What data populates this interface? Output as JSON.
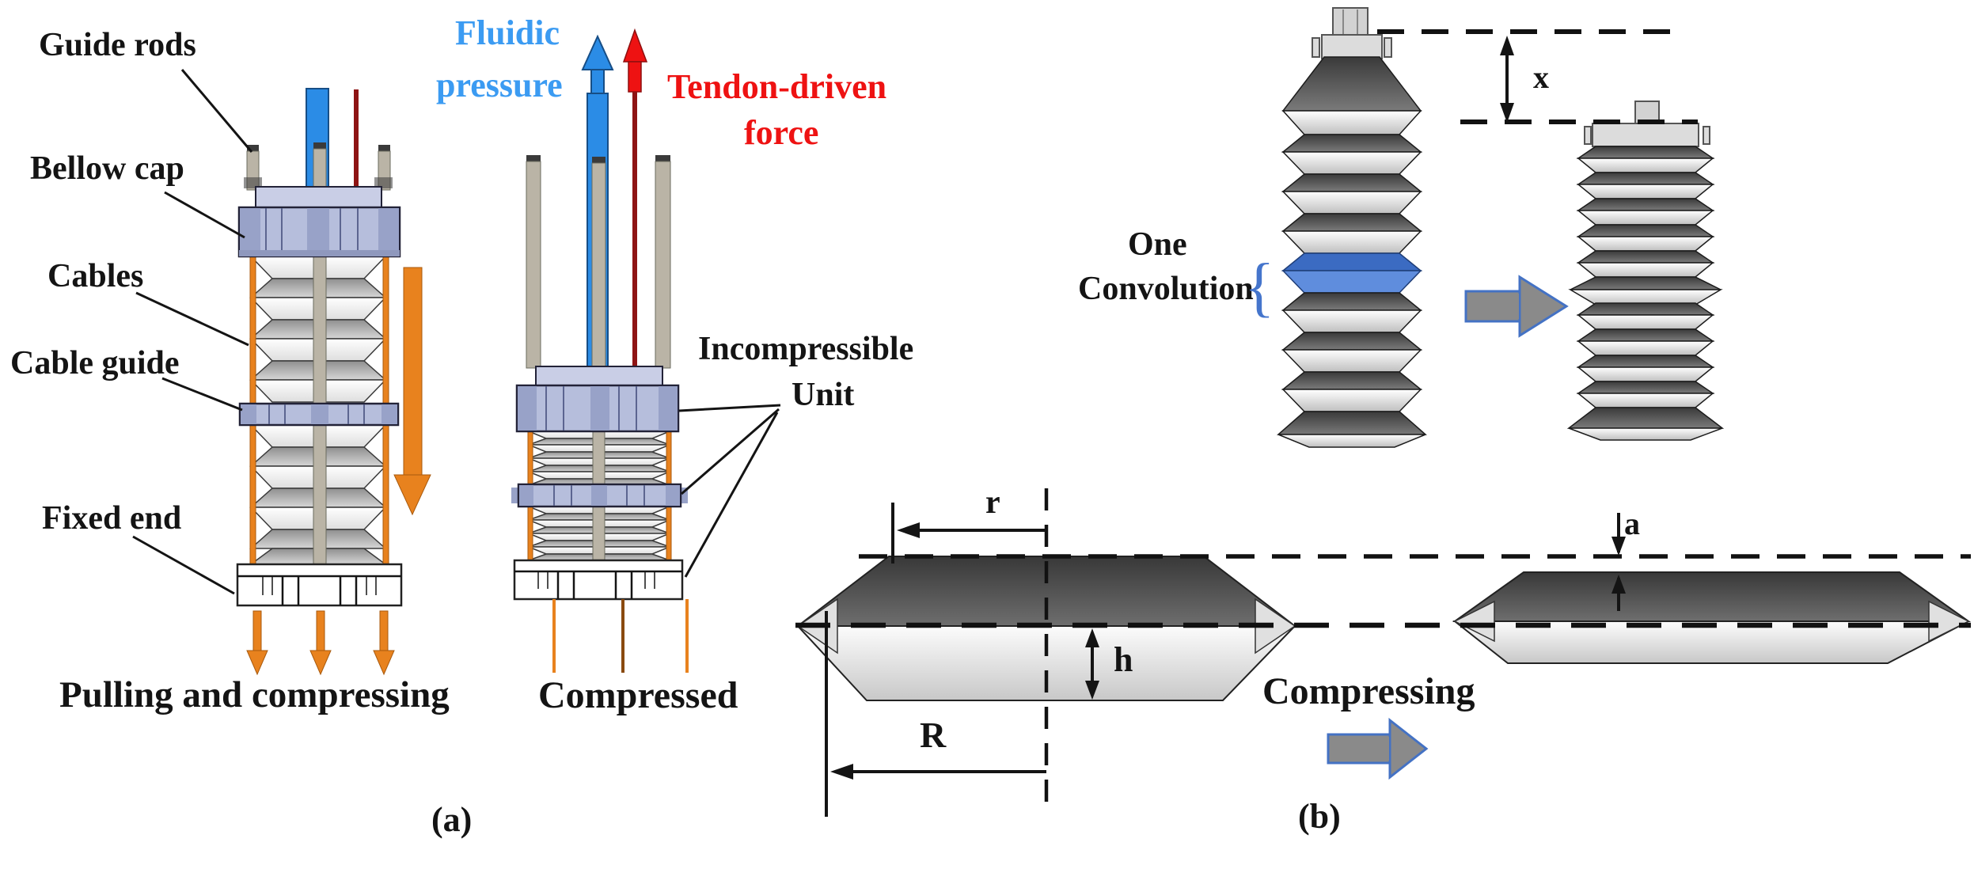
{
  "panel_a": {
    "panel_label": "(a)",
    "callouts": {
      "guide_rods": "Guide rods",
      "bellow_cap": "Bellow cap",
      "cables": "Cables",
      "cable_guide": "Cable guide",
      "fixed_end": "Fixed end"
    },
    "captions": {
      "left_state": "Pulling and compressing",
      "right_state": "Compressed"
    },
    "force_labels": {
      "fluidic_line1": "Fluidic",
      "fluidic_line2": "pressure",
      "tendon_line1": "Tendon-driven",
      "tendon_line2": "force"
    },
    "unit_label": {
      "line1": "Incompressible",
      "line2": "Unit"
    }
  },
  "panel_b": {
    "panel_label": "(b)",
    "convolution_label": {
      "line1": "One",
      "line2": "Convolution",
      "brace": "{"
    },
    "dimensions": {
      "x": "x",
      "r": "r",
      "R_big": "R",
      "h": "h",
      "a": "a"
    },
    "process_label": "Compressing"
  },
  "colors": {
    "fluidic_text": "#3b9bf2",
    "tendon_text": "#ee1212",
    "cable_orange": "#e8821e",
    "ring_periwinkle": "#b6bedc",
    "pressure_tube_blue": "#2b8ce6",
    "tendon_line_dark_red": "#8e1414",
    "highlight_convolution_blue": "#4579cf",
    "block_arrow_fill": "#8a8a8a",
    "block_arrow_border": "#4472c4"
  }
}
